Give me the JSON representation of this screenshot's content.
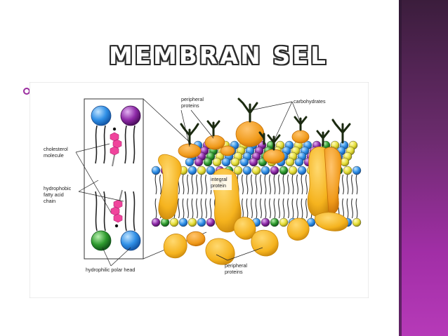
{
  "slide": {
    "title": "MEMBRAN SEL"
  },
  "diagram": {
    "labels": {
      "peripheral_top": [
        "peripheral",
        "proteins"
      ],
      "carbohydrates": "carbohydrates",
      "cholesterol": [
        "cholesterol",
        "molecule"
      ],
      "hydrophobic": [
        "hydrophobic",
        "fatty acid",
        "chain"
      ],
      "integral": [
        "integral",
        "protein"
      ],
      "hydrophilic": "hydrophilic polar head",
      "peripheral_bottom": [
        "peripheral",
        "proteins"
      ]
    },
    "colors": {
      "protein": "#f5b31e",
      "protein_dark": "#c9870c",
      "carbohydrate": "#1b2a10",
      "head_blue": "#2f8fe6",
      "head_purple": "#8e2aa8",
      "head_green": "#2d9a2d",
      "cholesterol": "#f0449c",
      "accent": "#9b2d9f"
    }
  }
}
